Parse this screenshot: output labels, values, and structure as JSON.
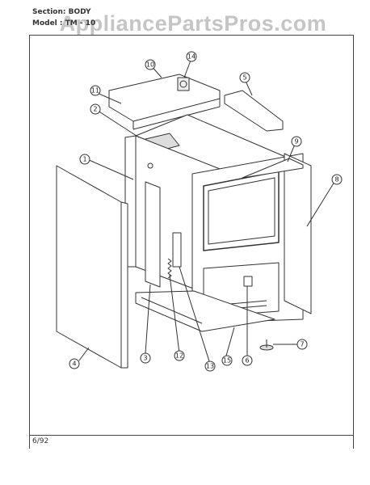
{
  "header": {
    "section_label": "Section:  BODY",
    "model_label": "Model :  TM - 10"
  },
  "watermark": "AppliancePartsPros.com",
  "footer": {
    "date": "6/92"
  },
  "callouts": [
    "1",
    "2",
    "3",
    "4",
    "5",
    "6",
    "7",
    "8",
    "9",
    "10",
    "11",
    "12",
    "13",
    "14",
    "15"
  ],
  "colors": {
    "line": "#333333",
    "paper": "#ffffff",
    "watermark": "#969696"
  }
}
